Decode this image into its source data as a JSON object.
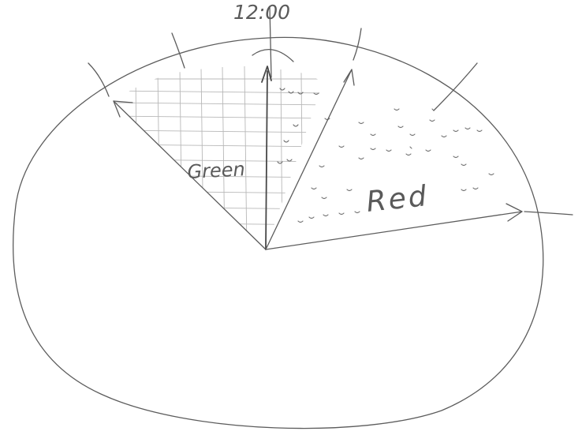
{
  "diagram": {
    "time_label": "12:00",
    "sector_green_label": "Green",
    "sector_red_label": "Red"
  }
}
